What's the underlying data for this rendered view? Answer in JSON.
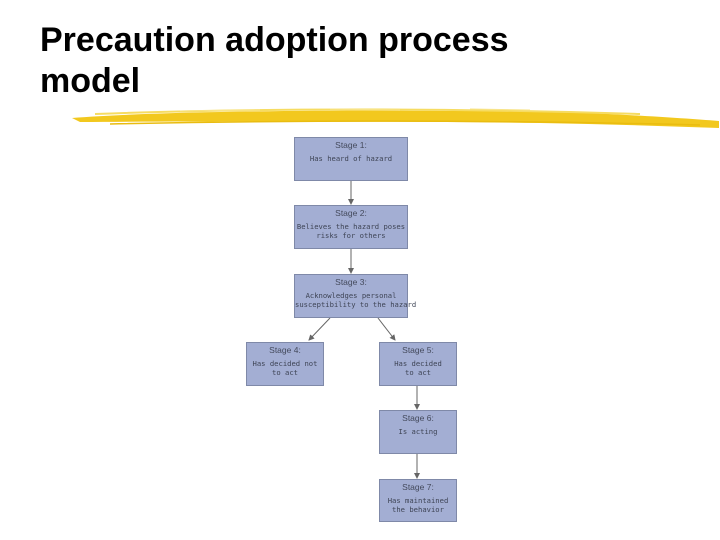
{
  "slide": {
    "title_line1": "Precaution adoption process",
    "title_line2": "model",
    "accent_color": "#f2c81e"
  },
  "diagram": {
    "box_color": "#a3aed3",
    "border_color": "#7f89a8",
    "stages": [
      {
        "label": "Stage 1:",
        "text": "Has heard of hazard"
      },
      {
        "label": "Stage 2:",
        "text": "Believes the hazard poses\nrisks for others"
      },
      {
        "label": "Stage 3:",
        "text": "Acknowledges personal\nsusceptibility to the hazard"
      },
      {
        "label": "Stage 4:",
        "text": "Has decided not\nto act"
      },
      {
        "label": "Stage 5:",
        "text": "Has decided\nto act"
      },
      {
        "label": "Stage 6:",
        "text": "Is acting"
      },
      {
        "label": "Stage 7:",
        "text": "Has maintained\nthe behavior"
      }
    ]
  }
}
